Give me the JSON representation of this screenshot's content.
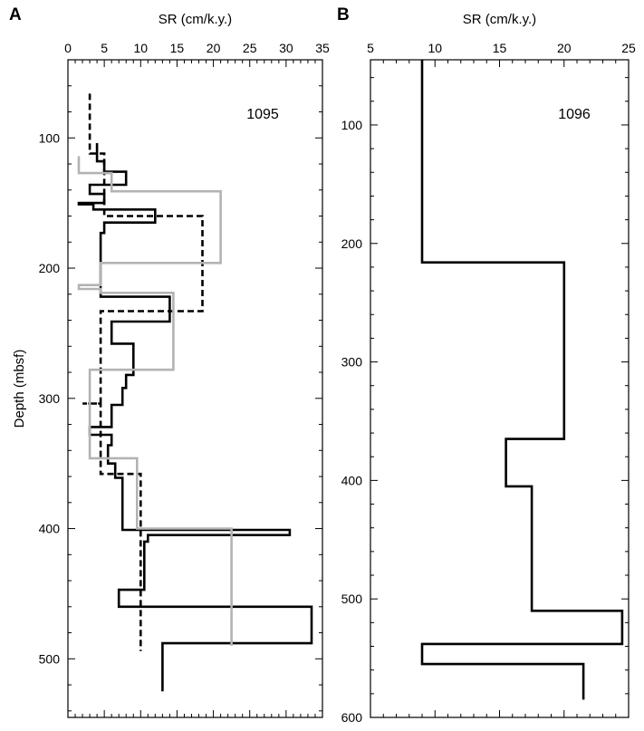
{
  "chart_data": [
    {
      "panel": "A",
      "type": "line",
      "annotation": "1095",
      "xlabel": "SR (cm/k.y.)",
      "ylabel": "Depth (mbsf)",
      "x_axis_position": "top",
      "y_inverted": true,
      "xlim": [
        0,
        35
      ],
      "ylim": [
        40,
        545
      ],
      "xticks": [
        0,
        5,
        10,
        15,
        20,
        25,
        30,
        35
      ],
      "yticks": [
        100,
        200,
        300,
        400,
        500
      ],
      "grid": false,
      "legend": "none",
      "series": [
        {
          "style": "solid",
          "color": "#000000",
          "points": [
            [
              4.0,
              104
            ],
            [
              4.0,
              118
            ],
            [
              5.0,
              118
            ],
            [
              5.0,
              126
            ],
            [
              8.0,
              126
            ],
            [
              8.0,
              136
            ],
            [
              3.0,
              136
            ],
            [
              3.0,
              143
            ],
            [
              5.0,
              143
            ],
            [
              5.0,
              150
            ],
            [
              1.5,
              150
            ],
            [
              1.5,
              151
            ],
            [
              3.5,
              151
            ],
            [
              3.5,
              155
            ],
            [
              12.0,
              155
            ],
            [
              12.0,
              165
            ],
            [
              5.0,
              165
            ],
            [
              5.0,
              173
            ],
            [
              4.5,
              173
            ],
            [
              4.5,
              222
            ],
            [
              14.0,
              222
            ],
            [
              14.0,
              241
            ],
            [
              6.0,
              241
            ],
            [
              6.0,
              258
            ],
            [
              9.0,
              258
            ],
            [
              9.0,
              282
            ],
            [
              8.0,
              282
            ],
            [
              8.0,
              292
            ],
            [
              7.5,
              292
            ],
            [
              7.5,
              305
            ],
            [
              6.0,
              305
            ],
            [
              6.0,
              322
            ],
            [
              3.0,
              322
            ],
            [
              3.0,
              328
            ],
            [
              6.0,
              328
            ],
            [
              6.0,
              336
            ],
            [
              5.5,
              336
            ],
            [
              5.5,
              350
            ],
            [
              6.5,
              350
            ],
            [
              6.5,
              361
            ],
            [
              7.5,
              361
            ],
            [
              7.5,
              401
            ],
            [
              30.5,
              401
            ],
            [
              30.5,
              405
            ],
            [
              11.0,
              405
            ],
            [
              11.0,
              410
            ],
            [
              10.5,
              410
            ],
            [
              10.5,
              447
            ],
            [
              7.0,
              447
            ],
            [
              7.0,
              460
            ],
            [
              33.5,
              460
            ],
            [
              33.5,
              488
            ],
            [
              13.0,
              488
            ],
            [
              13.0,
              525
            ]
          ]
        },
        {
          "style": "dashed",
          "color": "#000000",
          "points": [
            [
              3.0,
              66
            ],
            [
              3.0,
              112
            ],
            [
              5.0,
              112
            ],
            [
              5.0,
              160
            ],
            [
              18.5,
              160
            ],
            [
              18.5,
              233
            ],
            [
              4.5,
              233
            ],
            [
              4.5,
              304
            ],
            [
              2.0,
              304
            ],
            [
              4.5,
              304
            ],
            [
              4.5,
              358
            ],
            [
              10.0,
              358
            ],
            [
              10.0,
              494
            ]
          ]
        },
        {
          "style": "solid",
          "color": "#b3b3b3",
          "points": [
            [
              1.5,
              114
            ],
            [
              1.5,
              127
            ],
            [
              6.0,
              127
            ],
            [
              6.0,
              141
            ],
            [
              21.0,
              141
            ],
            [
              21.0,
              196
            ],
            [
              4.5,
              196
            ],
            [
              4.5,
              213
            ],
            [
              1.5,
              213
            ],
            [
              1.5,
              216
            ],
            [
              4.5,
              216
            ],
            [
              4.5,
              219
            ],
            [
              14.5,
              219
            ],
            [
              14.5,
              278
            ],
            [
              3.0,
              278
            ],
            [
              3.0,
              346
            ],
            [
              9.5,
              346
            ],
            [
              9.5,
              400
            ],
            [
              22.5,
              400
            ],
            [
              22.5,
              490
            ]
          ]
        }
      ]
    },
    {
      "panel": "B",
      "type": "line",
      "annotation": "1096",
      "xlabel": "SR (cm/k.y.)",
      "ylabel": "",
      "x_axis_position": "top",
      "y_inverted": true,
      "xlim": [
        5,
        25
      ],
      "ylim": [
        45,
        600
      ],
      "xticks": [
        5,
        10,
        15,
        20,
        25
      ],
      "yticks": [
        100,
        200,
        300,
        400,
        500,
        600
      ],
      "grid": false,
      "legend": "none",
      "series": [
        {
          "style": "solid",
          "color": "#000000",
          "points": [
            [
              9.0,
              45
            ],
            [
              9.0,
              216
            ],
            [
              20.0,
              216
            ],
            [
              20.0,
              365
            ],
            [
              15.5,
              365
            ],
            [
              15.5,
              405
            ],
            [
              17.5,
              405
            ],
            [
              17.5,
              510
            ],
            [
              24.5,
              510
            ],
            [
              24.5,
              538
            ],
            [
              9.0,
              538
            ],
            [
              9.0,
              555
            ],
            [
              21.5,
              555
            ],
            [
              21.5,
              585
            ]
          ]
        }
      ]
    }
  ]
}
